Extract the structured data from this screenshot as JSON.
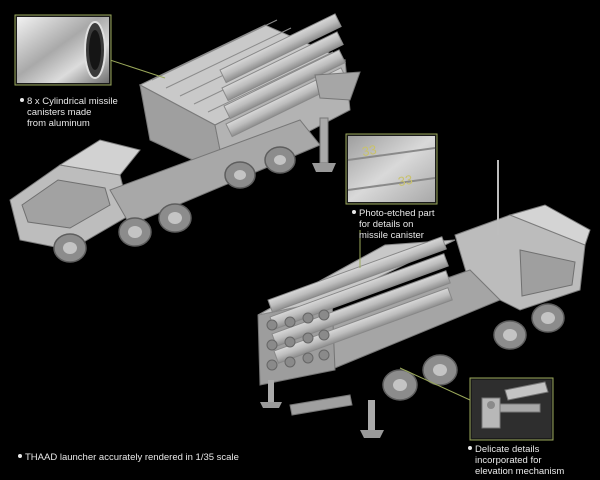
{
  "captions": {
    "canisters": [
      "8 x Cylindrical missile",
      "canisters made",
      "from aluminum"
    ],
    "photo_etched": [
      "Photo-etched part",
      "for details on",
      "missile canister"
    ],
    "elevation": [
      "Delicate details",
      "incorporated for",
      "elevation mechanism"
    ],
    "thaad": "THAAD launcher accurately rendered in 1/35 scale"
  },
  "canister_marking": "33",
  "colors": {
    "background": "#000000",
    "callout_line": "#9aa85a",
    "model_grey": "#b9b9b9",
    "text": "#e8e8e8"
  }
}
